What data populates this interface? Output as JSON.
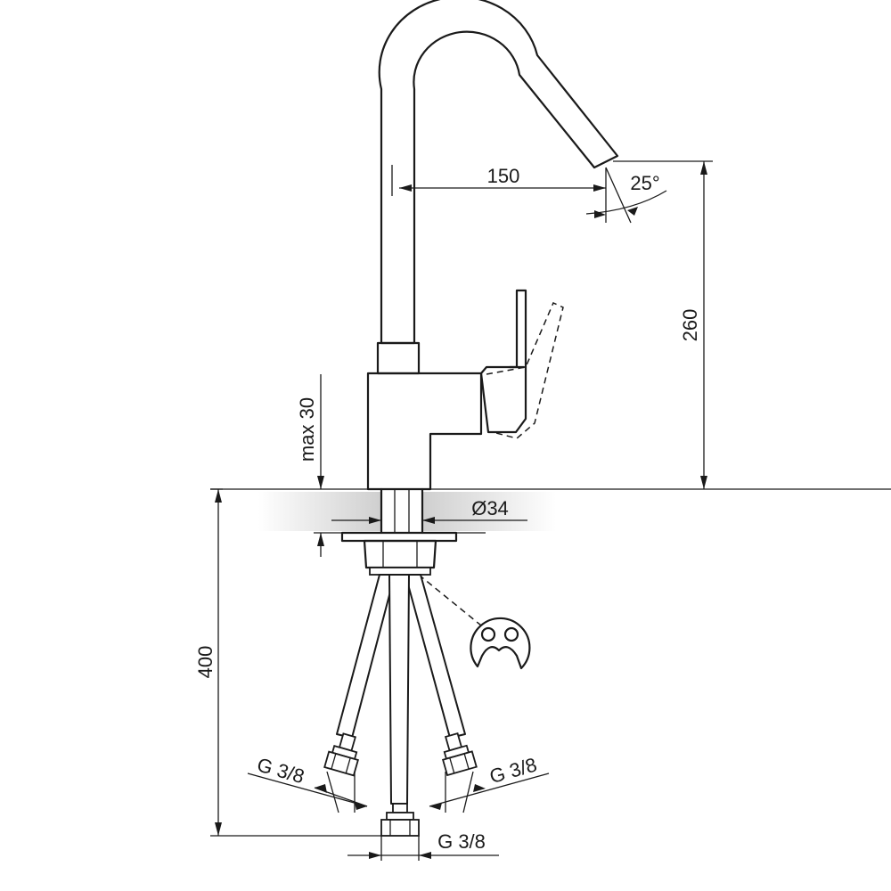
{
  "dimensions": {
    "spout_reach": "150",
    "spout_angle": "25°",
    "spout_height": "260",
    "max_thickness": "max 30",
    "hole_diameter": "Ø34",
    "hose_length": "400",
    "connection_left": "G 3/8",
    "connection_right": "G 3/8",
    "connection_center": "G 3/8"
  },
  "colors": {
    "line": "#1a1a1a",
    "background": "#ffffff",
    "countertop_shade": "#d9d9d9"
  }
}
